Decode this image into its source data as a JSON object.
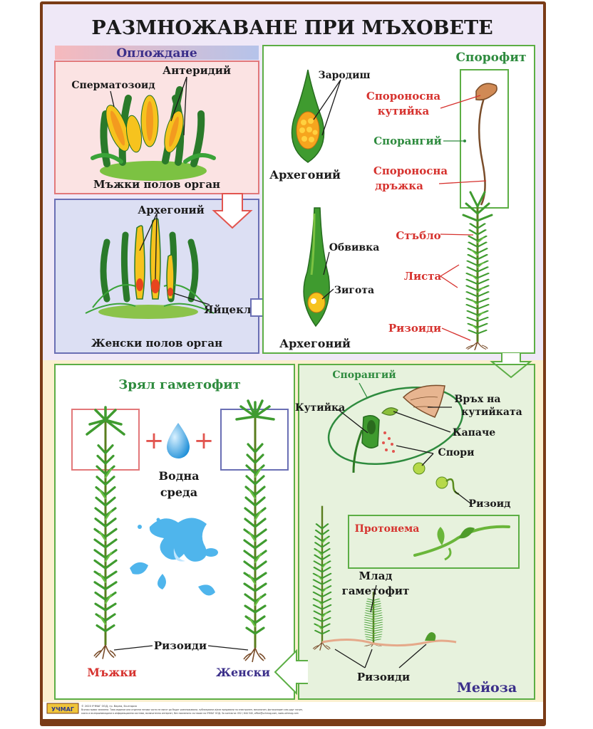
{
  "title": "РАЗМНОЖАВАНЕ ПРИ МЪХОВЕТЕ",
  "fertilization": {
    "header": "Оплождане",
    "male": {
      "label_spermatozoid": "Сперматозоид",
      "label_antheridium": "Антеридий",
      "caption": "Мъжки полов орган"
    },
    "female": {
      "label_archegonium": "Архегоний",
      "label_egg": "Яйцеклетка",
      "caption": "Женски полов орган"
    }
  },
  "sporophyte": {
    "header": "Спорофит",
    "label_embryo": "Зародиш",
    "label_archegonium_top": "Архегоний",
    "label_envelope": "Обвивка",
    "label_zygote": "Зигота",
    "label_archegonium_bottom": "Архегоний",
    "label_capsule_line1": "Спороносна",
    "label_capsule_line2": "кутийка",
    "label_sporangium": "Спорангий",
    "label_stalk_line1": "Спороносна",
    "label_stalk_line2": "дръжка",
    "label_stem": "Стъбло",
    "label_leaves": "Листа",
    "label_rhizoids": "Ризоиди"
  },
  "gametophyte": {
    "header": "Зрял гаметофит",
    "water_line1": "Водна",
    "water_line2": "среда",
    "label_rhizoids": "Ризоиди",
    "label_male": "Мъжки",
    "label_female": "Женски"
  },
  "meiosis": {
    "label_sporangium": "Спорангий",
    "label_capsule": "Кутийка",
    "label_tip_line1": "Връх на",
    "label_tip_line2": "кутийката",
    "label_lid": "Капаче",
    "label_spores": "Спори",
    "label_rhizoid": "Ризоид",
    "label_protonema": "Протонема",
    "label_young_line1": "Млад",
    "label_young_line2": "гаметофит",
    "label_rhizoids": "Ризоиди",
    "caption": "Мейоза"
  },
  "footer": {
    "logo": "УЧМАГ",
    "line1": "© 2020 УЧМАГ ООД, гр. Варна, България",
    "line2": "Всички права запазени. Това издание или отделни негови части не могат да бъдат размножавани, публикувани и/или предавани по електронен, механичен, фотокопирен или друг начин,",
    "line3": "както и възпроизвеждани в информационни системи, включително интернет, без писменото съгласие на УЧМАГ ООД. За контакти: 052 / 644 540, office@uchmag.com, www.uchmag.com"
  },
  "colors": {
    "border": "#7a3b16",
    "red_panel": "#fbe3e3",
    "red_panel_border": "#e2787a",
    "blue_panel": "#dcdff3",
    "blue_panel_border": "#6a6fb4",
    "green_border": "#5cae45",
    "upper_bg": "#efe8f7",
    "lower_bg": "#fbf0cf",
    "meiosis_bg": "#e7f2dd",
    "leaf_green": "#3c9b2e",
    "orange": "#f3a91f"
  }
}
